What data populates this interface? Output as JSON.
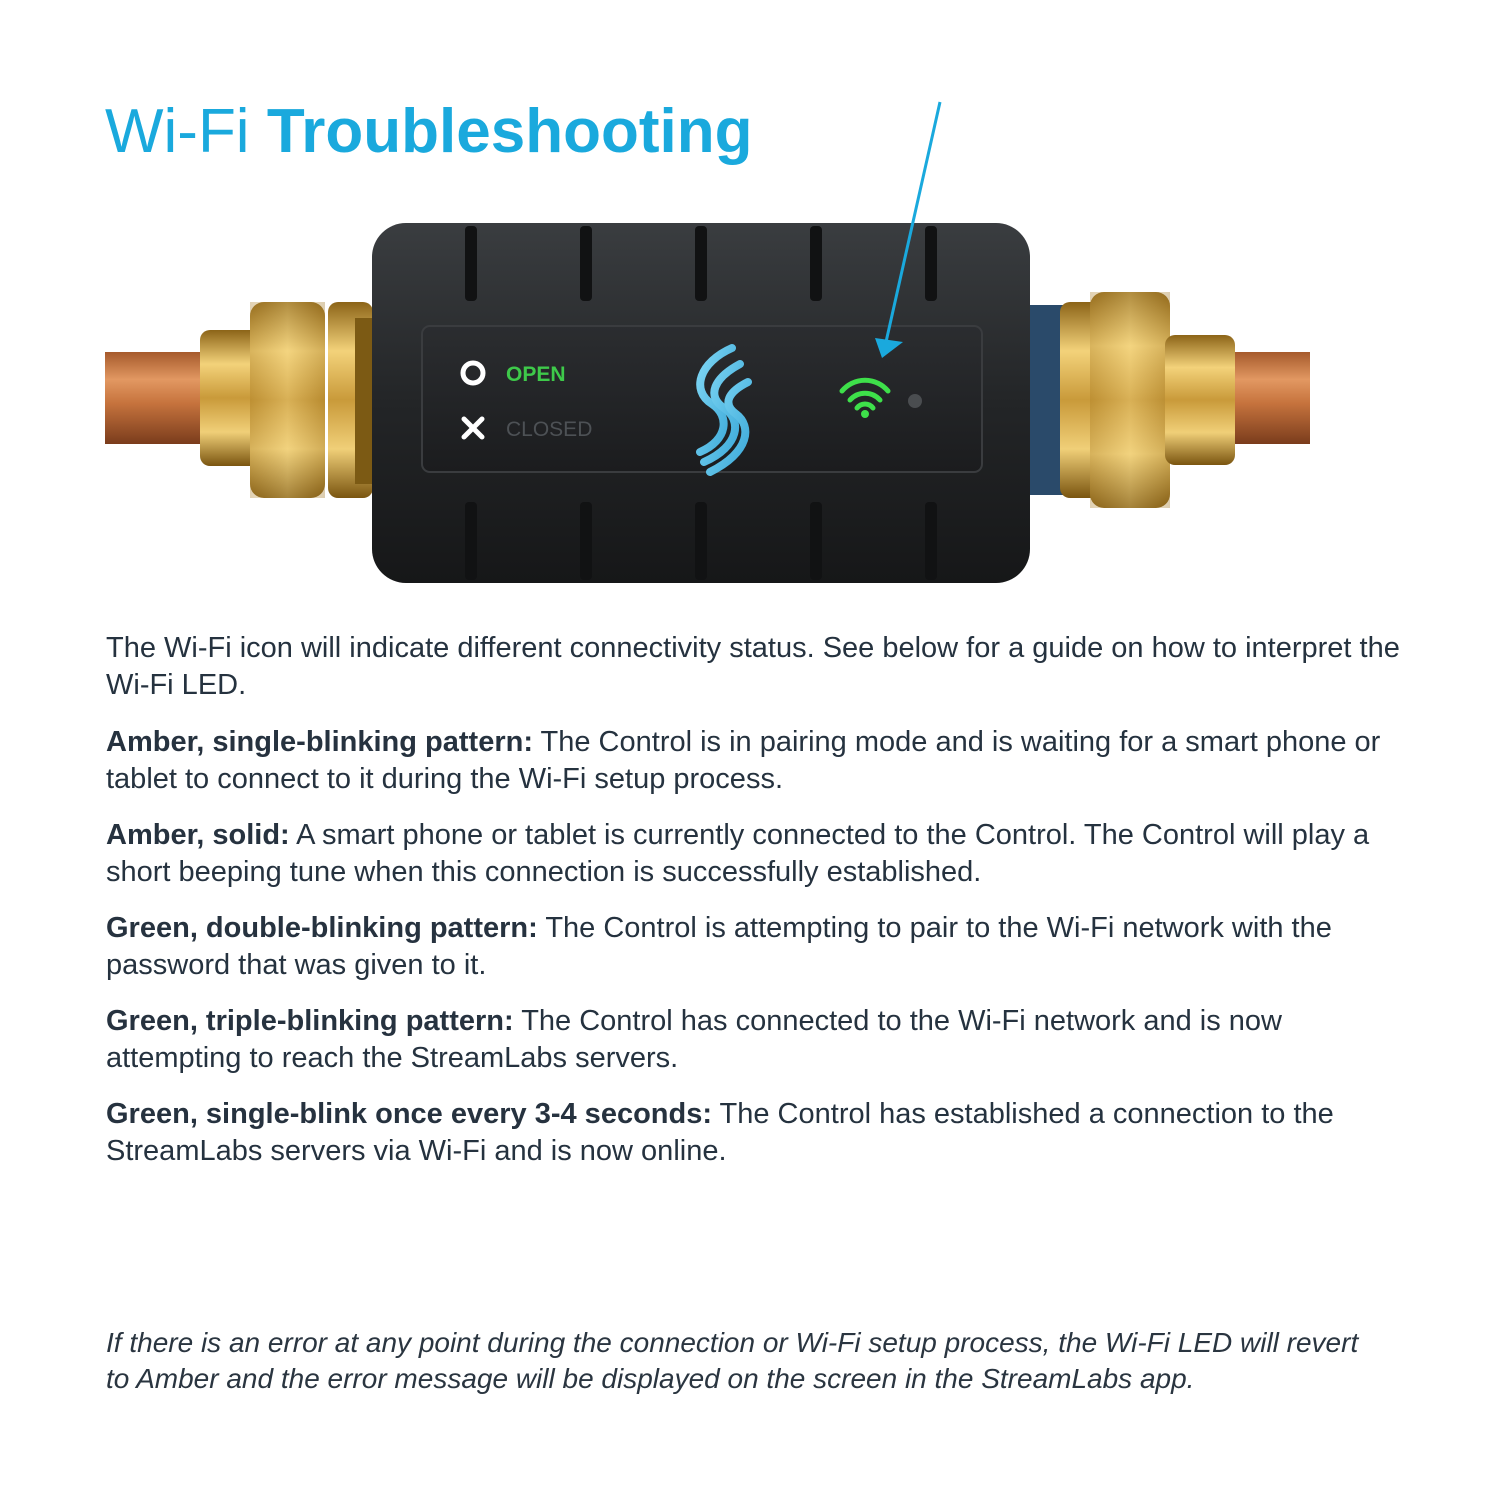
{
  "header": {
    "title_regular": "Wi-Fi",
    "title_bold": "Troubleshooting"
  },
  "device": {
    "labels": {
      "open": "OPEN",
      "closed": "CLOSED"
    },
    "icons": {
      "open_state": "circle-icon",
      "closed_state": "x-icon",
      "logo": "streamlabs-logo-icon",
      "wifi": "wifi-icon",
      "led": "led-dot-icon",
      "pointer": "arrow-icon"
    },
    "colors": {
      "open_label": "#3ec94a",
      "wifi_led": "#3ee04a",
      "logo_glow": "#59c6ee",
      "accent": "#1aa9dd"
    }
  },
  "content": {
    "intro": "The Wi-Fi icon will indicate different connectivity status. See below for a guide on how to interpret the Wi-Fi LED.",
    "statuses": [
      {
        "term": "Amber, single-blinking pattern:",
        "description": " The Control is in pairing mode and is waiting for a smart phone or tablet to connect to it during the Wi-Fi setup process."
      },
      {
        "term": "Amber, solid:",
        "description": " A smart phone or tablet is currently connected to the Control. The Control will play a short beeping tune when this connection is successfully established."
      },
      {
        "term": "Green, double-blinking pattern:",
        "description": " The Control is attempting to pair to the Wi-Fi network with the password that was given to it."
      },
      {
        "term": "Green, triple-blinking pattern:",
        "description": " The Control has connected to the Wi-Fi network and is now attempting to reach the StreamLabs servers."
      },
      {
        "term": "Green, single-blink once every 3-4 seconds:",
        "description": " The Control has established a connection to the StreamLabs servers via Wi-Fi and is now online."
      }
    ],
    "note": "If there is an error at any point during the connection or Wi-Fi setup process, the Wi-Fi LED will revert to Amber and the error message will be displayed on the screen in the StreamLabs app."
  }
}
